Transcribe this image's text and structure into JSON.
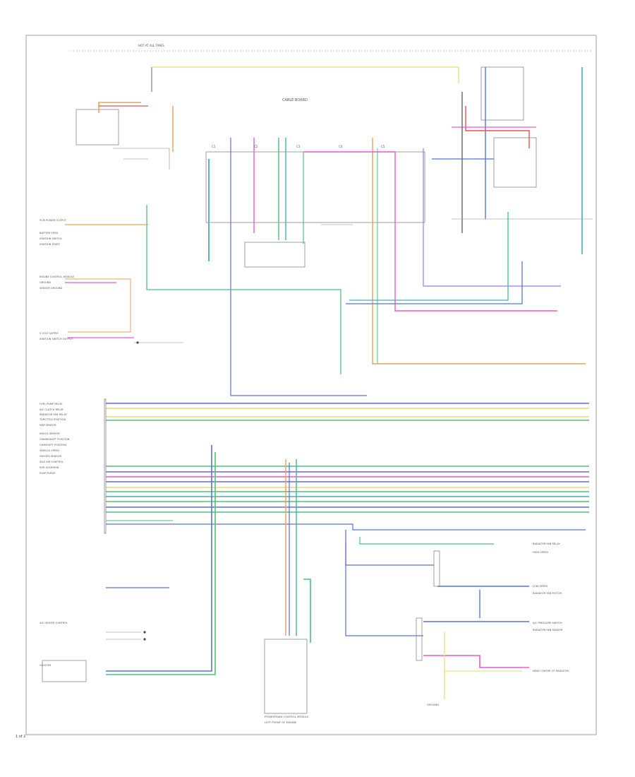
{
  "diagram": {
    "page_number": "1 of 2",
    "section_heading": "CABLE BOARD",
    "fuse_label": "HOT AT ALL TIMES",
    "connector_labels": [
      "C1",
      "C2",
      "C3",
      "C4",
      "C5"
    ],
    "left_labels": [
      "PCM POWER OUTPUT",
      "BATTERY FEED",
      "IGNITION SWITCH",
      "IGNITION START",
      "ENGINE CONTROL MODULE",
      "GROUND",
      "SENSOR GROUND",
      "5 VOLT SUPPLY",
      "IGNITION SWITCH OUTPUT",
      "FUEL PUMP RELAY",
      "A/C CLUTCH RELAY",
      "RADIATOR FAN RELAY",
      "THROTTLE POSITION",
      "MAP SENSOR",
      "KNOCK SENSOR",
      "CRANKSHAFT POSITION",
      "CAMSHAFT POSITION",
      "VEHICLE SPEED",
      "OXYGEN SENSOR",
      "IDLE AIR CONTROL",
      "EGR SOLENOID",
      "EVAP PURGE",
      "A/C HEATER CONTROL",
      "CLUSTER"
    ],
    "right_labels": [
      "RADIATOR FAN RELAY",
      "HIGH SPEED",
      "LOW SPEED",
      "RADIATOR FAN MOTOR",
      "A/C PRESSURE SWITCH",
      "RADIATOR FAN SENSOR",
      "NEAR CENTER OF RADIATOR"
    ],
    "bottom_labels": [
      "POWERTRAIN CONTROL MODULE",
      "LEFT FRONT OF ENGINE",
      "GROUND"
    ],
    "colors": {
      "green": "#4ec27a",
      "blue": "#5a6fe0",
      "magenta": "#f057d3",
      "yellow": "#e9dc6a",
      "orange": "#f0a050",
      "teal": "#3fb3b0",
      "red": "#e85050",
      "violet": "#9a7ae8",
      "gray": "#666666"
    }
  }
}
